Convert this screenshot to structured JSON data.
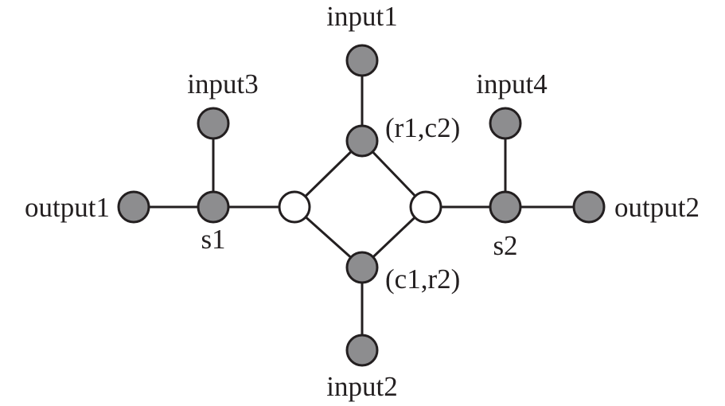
{
  "colors": {
    "node_fill": "#8d8d8f",
    "switch_fill": "#ffffff",
    "stroke": "#231f20"
  },
  "labels": {
    "input1": "input1",
    "input2": "input2",
    "input3": "input3",
    "input4": "input4",
    "output1": "output1",
    "output2": "output2",
    "s1": "s1",
    "s2": "s2",
    "r1c2": "(r1,c2)",
    "c1r2": "(c1,r2)"
  }
}
